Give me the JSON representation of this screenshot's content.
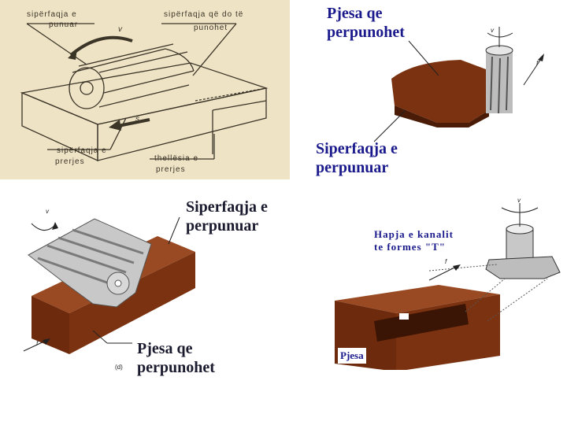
{
  "panel_a": {
    "label_top_left_1": "sipërfaqja e",
    "label_top_left_2": "punuar",
    "label_top_right_1": "sipërfaqja që do të",
    "label_top_right_2": "punohet",
    "label_bottom_left_1": "sipërfaqja e",
    "label_bottom_left_2": "prerjes",
    "label_bottom_right_1": "thellësia e",
    "label_bottom_right_2": "prerjes",
    "motion_v": "v",
    "motion_s": "s"
  },
  "panel_b": {
    "label_workpiece_1": "Pjesa qe",
    "label_workpiece_2": "perpunohet",
    "label_surface_1": "Siperfaqja e",
    "label_surface_2": "perpunuar",
    "motion_v": "v",
    "motion_f": "f"
  },
  "panel_c": {
    "label_surface_1": "Siperfaqja e",
    "label_surface_2": "perpunuar",
    "label_workpiece_1": "Pjesa qe",
    "label_workpiece_2": "perpunohet",
    "figure_tag": "(d)",
    "motion_v": "v",
    "motion_f": "f"
  },
  "panel_d": {
    "label_slot_1": "Hapja e kanalit",
    "label_slot_2": "te formes \"T\"",
    "label_workpiece": "Pjesa",
    "motion_v": "v",
    "motion_f": "f"
  },
  "colors": {
    "sketch_bg": "#efe3c6",
    "brown": "#7b3210",
    "brown_dark": "#4a1c08",
    "brown_light": "#9a4a22",
    "steel": "#c8c8c8",
    "label_blue": "#1a1a8c"
  }
}
